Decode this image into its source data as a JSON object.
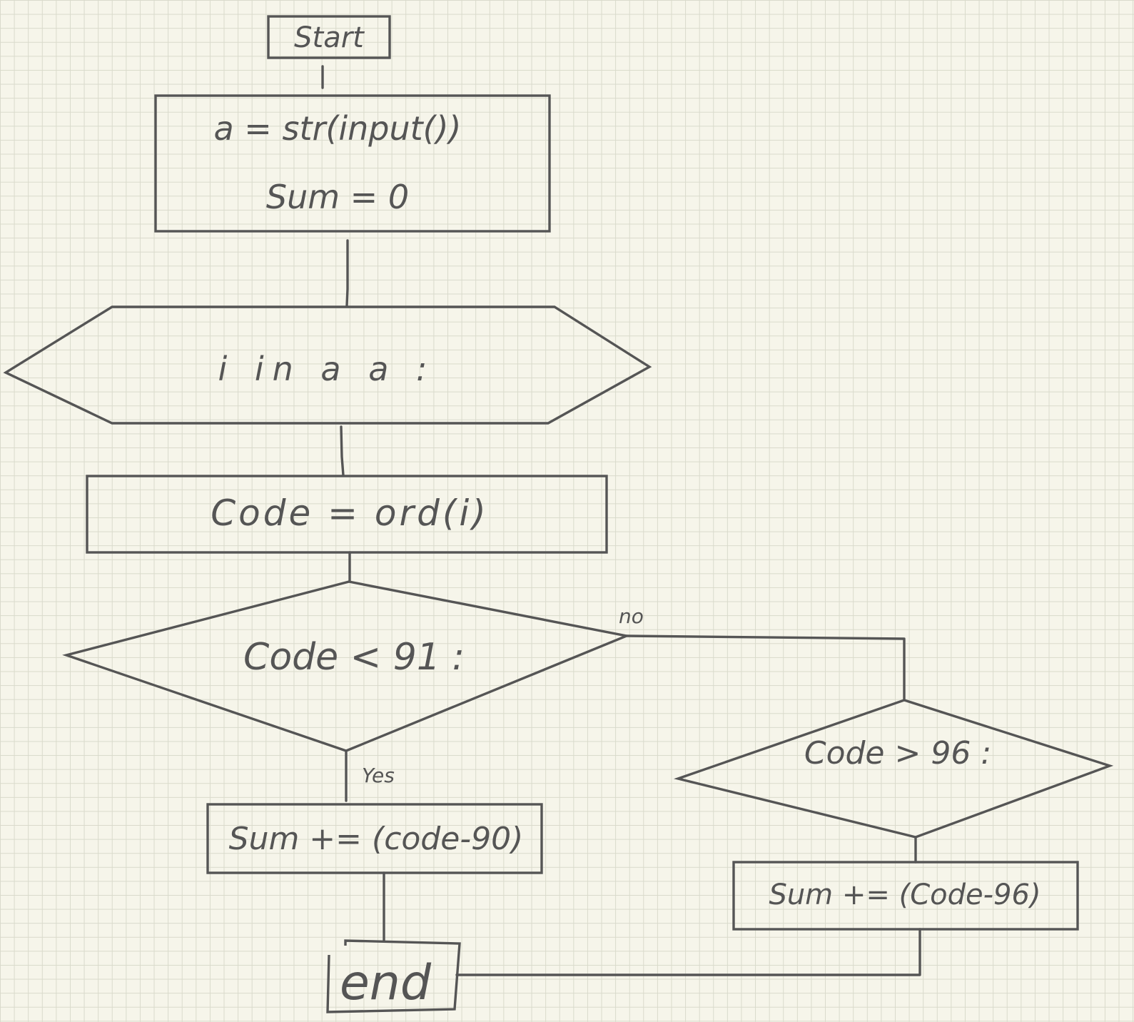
{
  "nodes": {
    "start": {
      "label": "Start"
    },
    "init": {
      "line1": "a = str(input())",
      "line2": "Sum = 0"
    },
    "loop": {
      "label": "i in a a :"
    },
    "code_assign": {
      "label": "Code = ord(i)"
    },
    "decision_upper": {
      "label": "Code < 91 :"
    },
    "decision_lower": {
      "label": "Code > 96 :"
    },
    "sum_upper": {
      "label": "Sum += (code-90)"
    },
    "sum_lower": {
      "label": "Sum += (Code-96)"
    },
    "end": {
      "label": "end"
    }
  },
  "edge_labels": {
    "no": "no",
    "yes": "Yes"
  },
  "colors": {
    "ink": "#555555",
    "paper": "#f6f5ea",
    "grid": "#d9dacb"
  }
}
